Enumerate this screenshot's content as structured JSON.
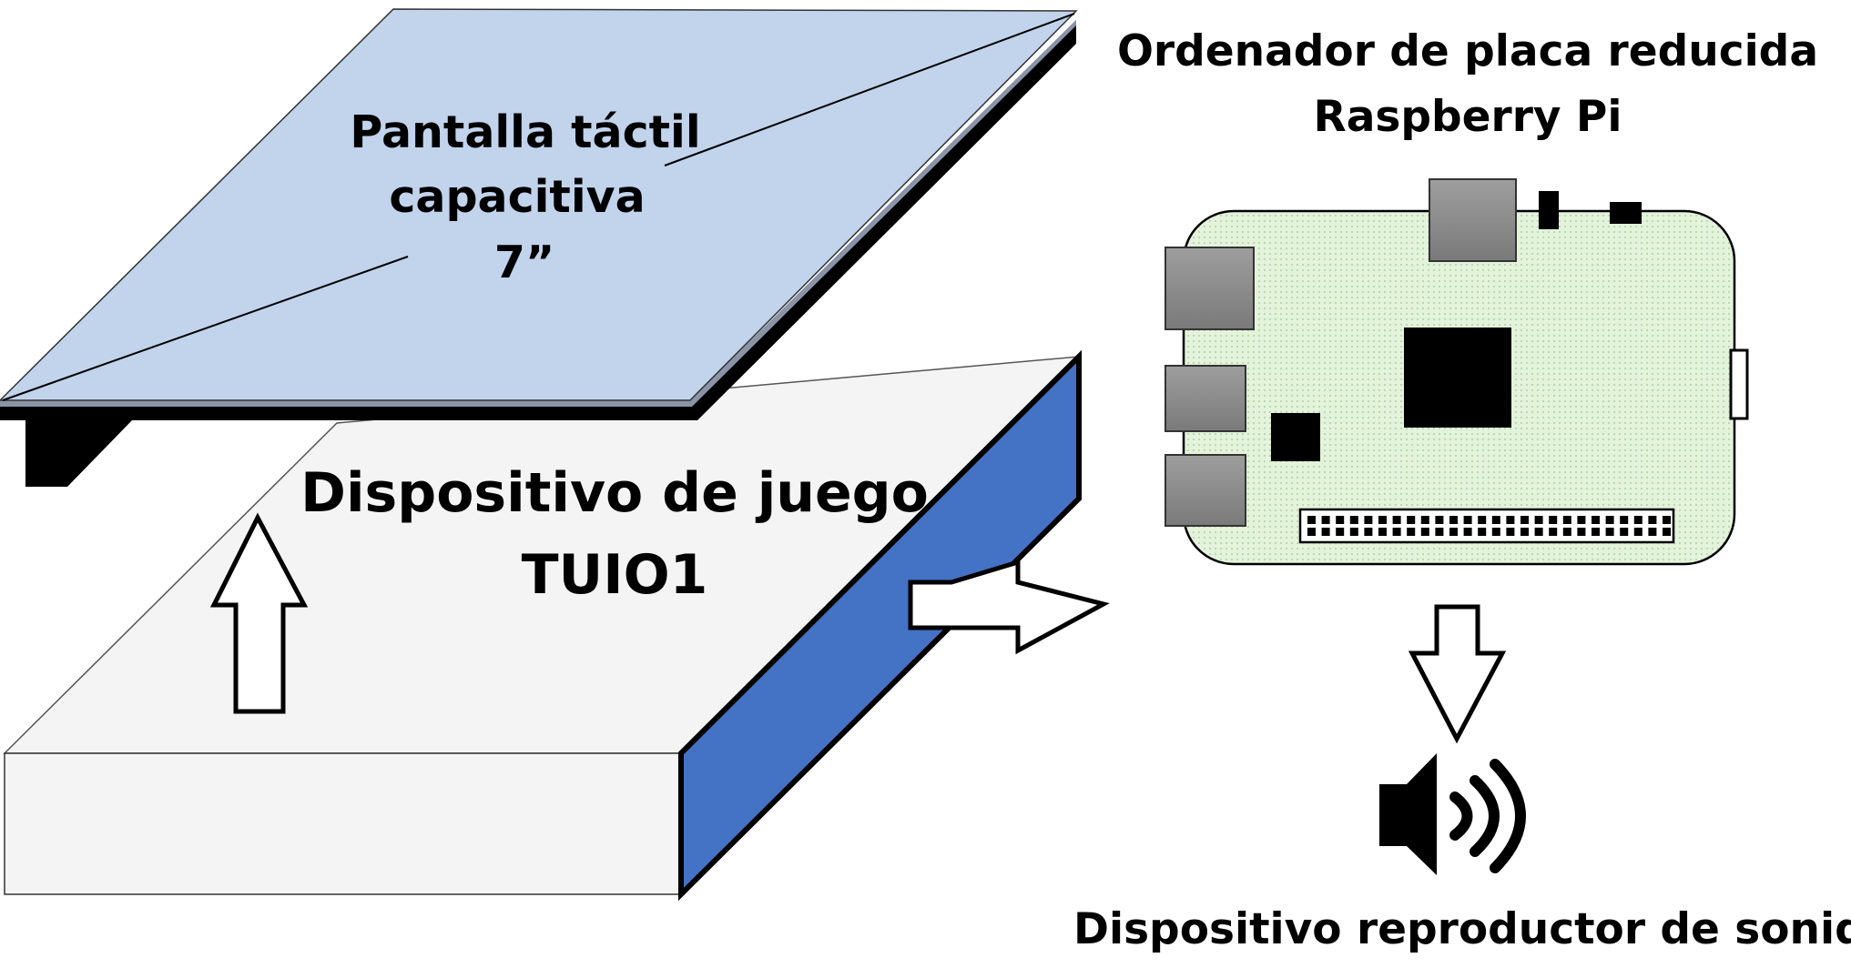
{
  "touchscreen": {
    "line1": "Pantalla táctil",
    "line2": "capacitiva",
    "line3": "7”"
  },
  "game_device": {
    "line1": "Dispositivo de juego",
    "line2": "TUIO1"
  },
  "raspberry": {
    "line1": "Ordenador de placa reducida",
    "line2": "Raspberry Pi"
  },
  "sound_device": {
    "label": "Dispositivo reproductor de sonido"
  },
  "colors": {
    "screen_surface": "#c2d3ec",
    "box_top": "#f3f3f3",
    "box_side": "#4472c4",
    "board": "#dff0d8",
    "port": "#8c8c8c"
  }
}
